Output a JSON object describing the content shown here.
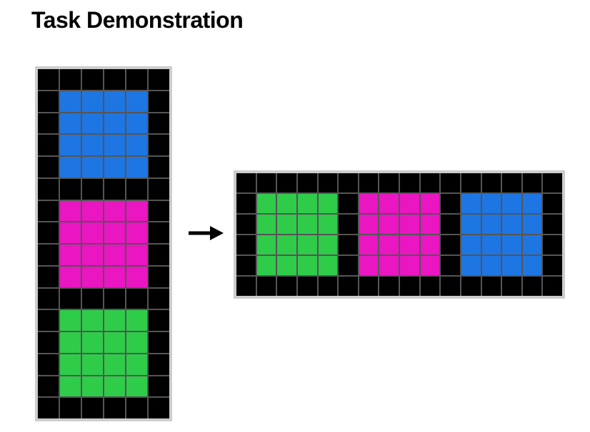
{
  "title": "Task Demonstration",
  "palette": {
    "0": "#000000",
    "1": "#1e76e3",
    "2": "#e916c2",
    "3": "#2fcc4a"
  },
  "grid_line_color": "#555555",
  "frame_color": "#cccccc",
  "input_grid": [
    [
      0,
      0,
      0,
      0,
      0,
      0
    ],
    [
      0,
      1,
      1,
      1,
      1,
      0
    ],
    [
      0,
      1,
      1,
      1,
      1,
      0
    ],
    [
      0,
      1,
      1,
      1,
      1,
      0
    ],
    [
      0,
      1,
      1,
      1,
      1,
      0
    ],
    [
      0,
      0,
      0,
      0,
      0,
      0
    ],
    [
      0,
      2,
      2,
      2,
      2,
      0
    ],
    [
      0,
      2,
      2,
      2,
      2,
      0
    ],
    [
      0,
      2,
      2,
      2,
      2,
      0
    ],
    [
      0,
      2,
      2,
      2,
      2,
      0
    ],
    [
      0,
      0,
      0,
      0,
      0,
      0
    ],
    [
      0,
      3,
      3,
      3,
      3,
      0
    ],
    [
      0,
      3,
      3,
      3,
      3,
      0
    ],
    [
      0,
      3,
      3,
      3,
      3,
      0
    ],
    [
      0,
      3,
      3,
      3,
      3,
      0
    ],
    [
      0,
      0,
      0,
      0,
      0,
      0
    ]
  ],
  "output_grid": [
    [
      0,
      0,
      0,
      0,
      0,
      0,
      0,
      0,
      0,
      0,
      0,
      0,
      0,
      0,
      0,
      0
    ],
    [
      0,
      3,
      3,
      3,
      3,
      0,
      2,
      2,
      2,
      2,
      0,
      1,
      1,
      1,
      1,
      0
    ],
    [
      0,
      3,
      3,
      3,
      3,
      0,
      2,
      2,
      2,
      2,
      0,
      1,
      1,
      1,
      1,
      0
    ],
    [
      0,
      3,
      3,
      3,
      3,
      0,
      2,
      2,
      2,
      2,
      0,
      1,
      1,
      1,
      1,
      0
    ],
    [
      0,
      3,
      3,
      3,
      3,
      0,
      2,
      2,
      2,
      2,
      0,
      1,
      1,
      1,
      1,
      0
    ],
    [
      0,
      0,
      0,
      0,
      0,
      0,
      0,
      0,
      0,
      0,
      0,
      0,
      0,
      0,
      0,
      0
    ]
  ],
  "arrow_icon": "right-arrow-icon"
}
